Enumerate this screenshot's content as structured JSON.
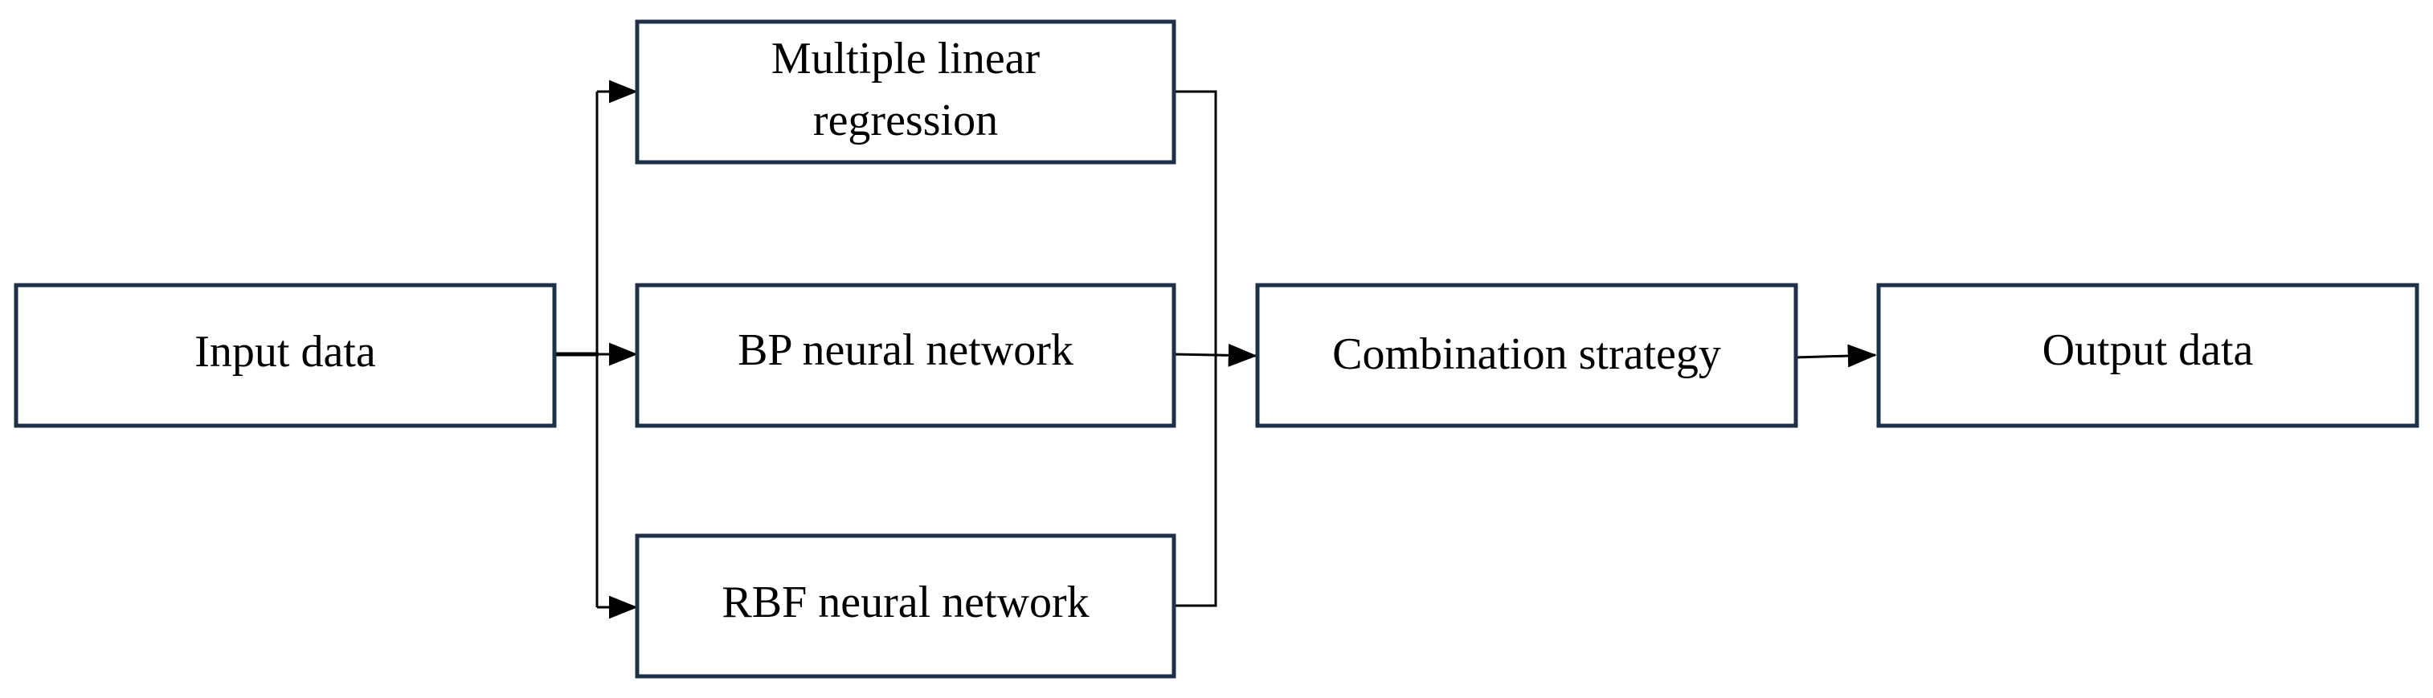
{
  "diagram": {
    "colors": {
      "box_border": "#1f3147",
      "line": "#000000",
      "text": "#000000",
      "background": "#ffffff"
    },
    "nodes": {
      "input": {
        "label": "Input data"
      },
      "mlr": {
        "label_line1": "Multiple linear",
        "label_line2": "regression"
      },
      "bp": {
        "label": "BP neural network"
      },
      "rbf": {
        "label": "RBF neural network"
      },
      "combination": {
        "label": "Combination strategy"
      },
      "output": {
        "label": "Output data"
      }
    }
  }
}
